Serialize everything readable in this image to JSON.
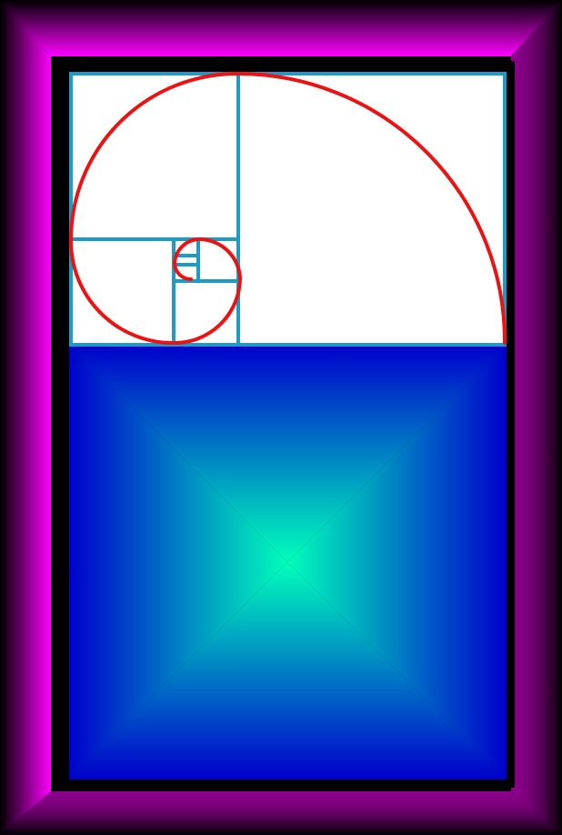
{
  "colors": {
    "background": "#ffffff",
    "frame_outer": "#000000",
    "frame_inner": "#ff00ff",
    "border": "#000000",
    "top_panel": "#ffffff",
    "grid_lines": "#1a9bc8",
    "spiral": "#ee1111",
    "bottom_panel_edge": "#0000cc",
    "bottom_panel_center": "#00ffbb"
  },
  "icons": {
    "frame": "beveled-gradient-frame",
    "grid": "golden-rectangle-subdivision",
    "spiral": "golden-spiral",
    "lower_panel": "pyramid-gradient"
  }
}
